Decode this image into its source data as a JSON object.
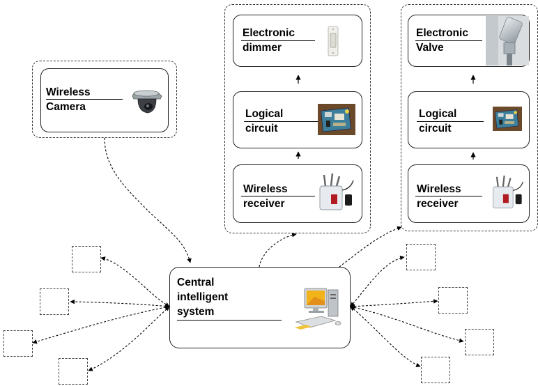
{
  "nodes": {
    "camera": {
      "line1": "Wireless",
      "line2": "Camera"
    },
    "dimmer": {
      "line1": "Electronic",
      "line2": "dimmer"
    },
    "logic_left": {
      "line1": "Logical",
      "line2": "circuit"
    },
    "receiver_left": {
      "line1": "Wireless",
      "line2": "receiver"
    },
    "valve": {
      "line1": "Electronic",
      "line2": "Valve"
    },
    "logic_right": {
      "line1": "Logical",
      "line2": "circuit"
    },
    "receiver_right": {
      "line1": "Wireless",
      "line2": "receiver"
    },
    "central": {
      "line1": "Central",
      "line2": "intelligent",
      "line3": "system"
    }
  },
  "colors": {
    "stroke": "#222222",
    "dashed": "#333333",
    "board": "#6b4a2a",
    "screen": "#f2b31a"
  },
  "icons": [
    "dome-camera-icon",
    "dimmer-switch-icon",
    "circuit-board-icon",
    "wireless-receiver-icon",
    "radiator-valve-icon",
    "computer-icon"
  ]
}
